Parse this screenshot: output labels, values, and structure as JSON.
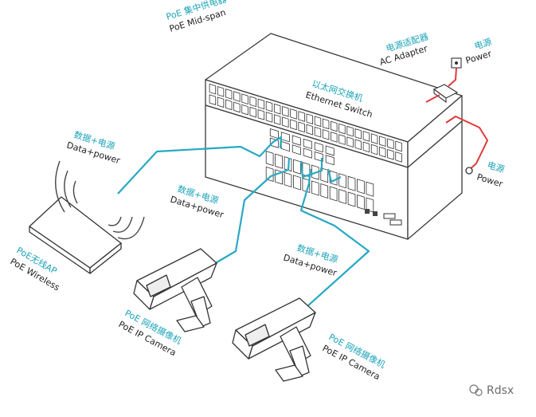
{
  "labels": {
    "midspan_cn": "PoE 集中供电器",
    "midspan_en": "PoE Mid-span",
    "switch_cn": "以太网交换机",
    "switch_en": "Ethernet Switch",
    "adapter_cn": "电源适配器",
    "adapter_en": "AC Adapter",
    "power_top_cn": "电源",
    "power_top_en": "Power",
    "power_right_cn": "电源",
    "power_right_en": "Power",
    "data_power_1_cn": "数据+电源",
    "data_power_1_en": "Data+power",
    "data_power_2_cn": "数据+电源",
    "data_power_2_en": "Data+power",
    "data_power_3_cn": "数据+电源",
    "data_power_3_en": "Data+power",
    "wireless_cn": "PoE无线AP",
    "wireless_en": "PoE Wireless",
    "camera_1_cn": "PoE 网络摄像机",
    "camera_1_en": "PoE IP Camera",
    "camera_2_cn": "PoE 网络摄像机",
    "camera_2_en": "PoE IP Camera",
    "watermark": "Rdsx"
  },
  "colors": {
    "data_cable": "#27a9c3",
    "power_cable": "#e03a3a",
    "outline": "#3a3a3a",
    "label_cn": "#1aa3b8"
  }
}
